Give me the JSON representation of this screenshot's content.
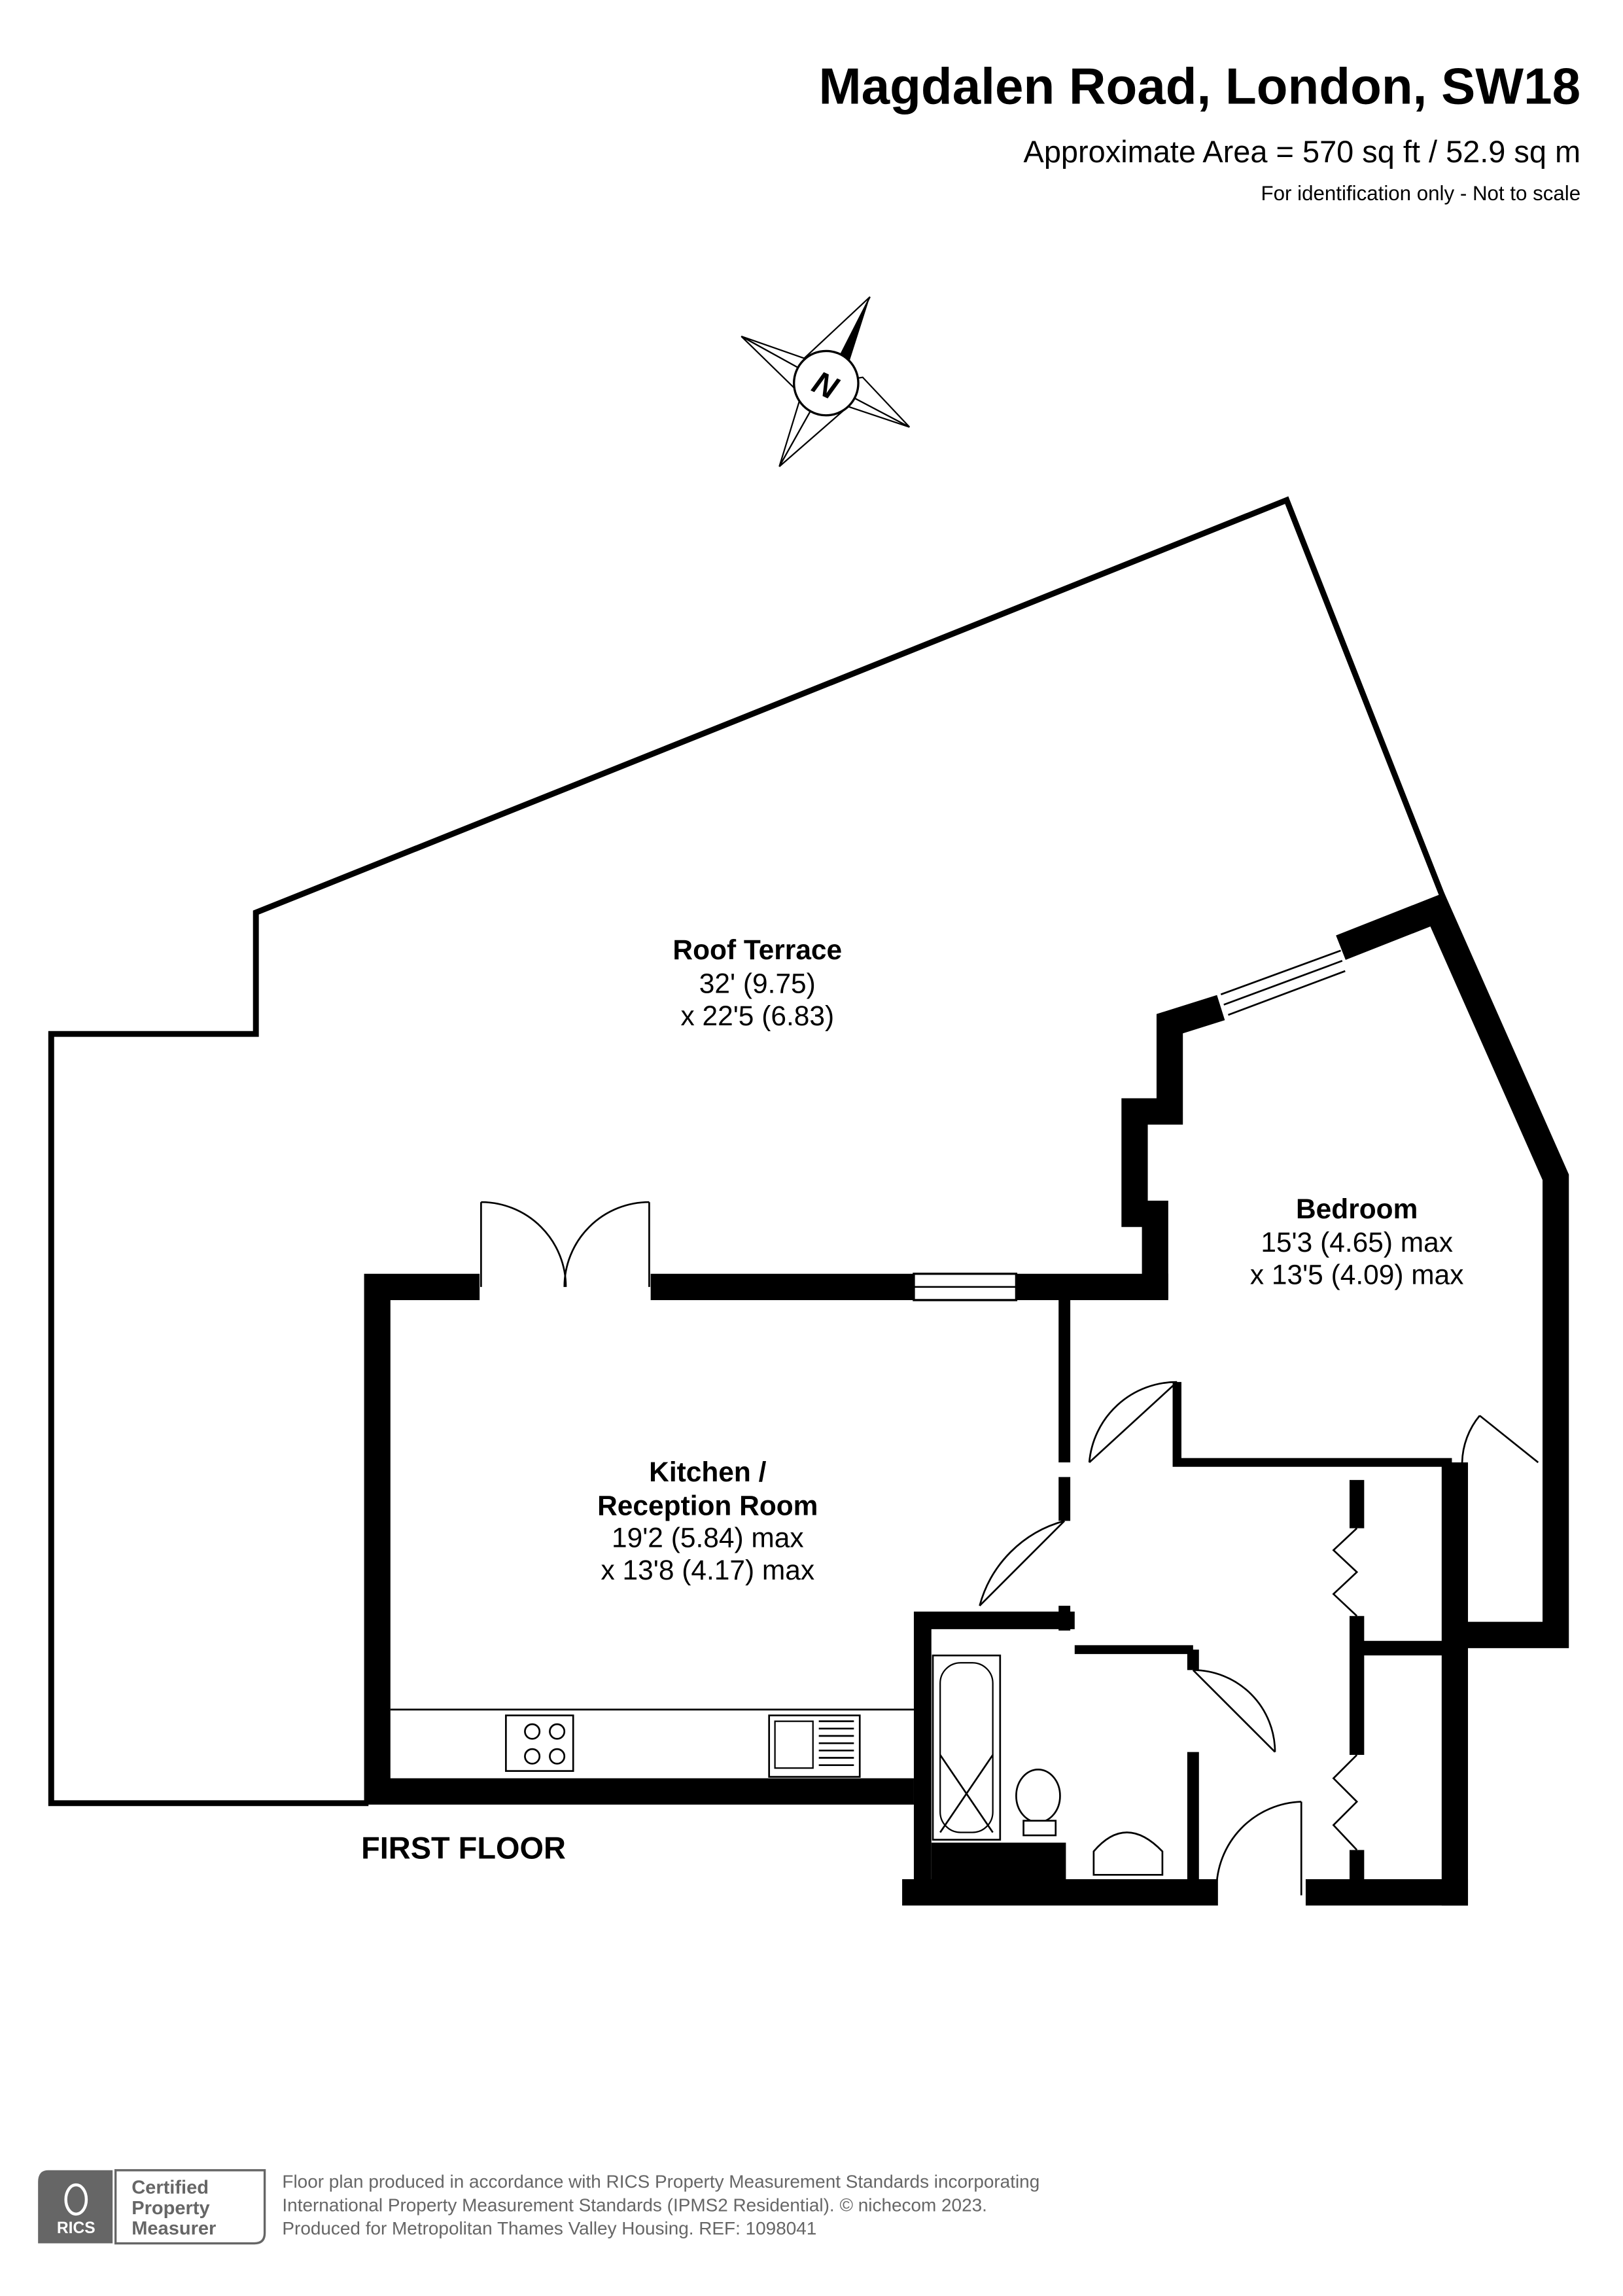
{
  "header": {
    "title": "Magdalen Road, London, SW18",
    "area": "Approximate Area = 570 sq ft / 52.9 sq m",
    "disclaimer": "For identification only - Not to scale"
  },
  "compass": {
    "label": "N"
  },
  "rooms": {
    "roof_terrace": {
      "name": "Roof Terrace",
      "dim1": "32' (9.75)",
      "dim2": "x 22'5 (6.83)"
    },
    "bedroom": {
      "name": "Bedroom",
      "dim1": "15'3 (4.65) max",
      "dim2": "x 13'5 (4.09) max"
    },
    "kitchen": {
      "name1": "Kitchen /",
      "name2": "Reception Room",
      "dim1": "19'2 (5.84) max",
      "dim2": "x 13'8 (4.17) max"
    }
  },
  "floor_label": "FIRST FLOOR",
  "footer": {
    "badge": {
      "logo": "RICS",
      "line1": "Certified",
      "line2": "Property",
      "line3": "Measurer"
    },
    "line1": "Floor plan produced in accordance with RICS Property Measurement Standards incorporating",
    "line2": "International Property Measurement Standards (IPMS2 Residential).   © nichecom 2023.",
    "line3": "Produced for Metropolitan Thames Valley Housing.   REF:  1098041"
  }
}
